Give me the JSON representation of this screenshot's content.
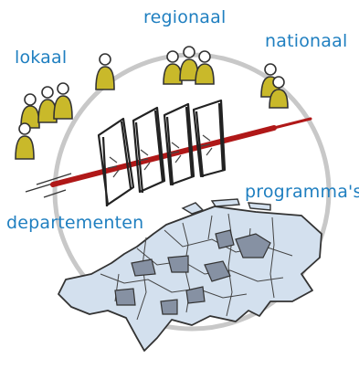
{
  "labels": {
    "lokaal": "lokaal",
    "regionaal": "regionaal",
    "nationaal": "nationaal",
    "programmas": "programma's",
    "departementen": "departementen"
  },
  "colors": {
    "label": "#1f7fc0",
    "figure": "#c9b92a",
    "arrow": "#b01818",
    "map_fill": "#d3e0ee",
    "map_dark": "#8691a3",
    "circle": "#c8c8c8"
  }
}
